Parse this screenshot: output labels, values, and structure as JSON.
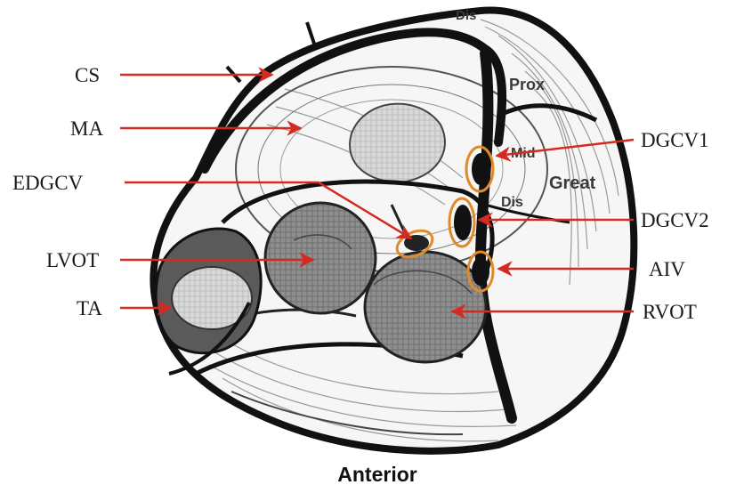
{
  "diagram": {
    "labels_left": [
      "CS",
      "MA",
      "EDGCV",
      "LVOT",
      "TA"
    ],
    "labels_right": [
      "DGCV1",
      "DGCV2",
      "AIV",
      "RVOT"
    ],
    "vein_segments": [
      "Prox",
      "Mid",
      "Great",
      "Dis"
    ],
    "top_fragment": "Dis",
    "view_label": "Anterior",
    "colors": {
      "arrow": "#d42a20",
      "highlight": "#e08a2a",
      "outline": "#111111",
      "valve_fill": "#8c8c8c"
    }
  }
}
